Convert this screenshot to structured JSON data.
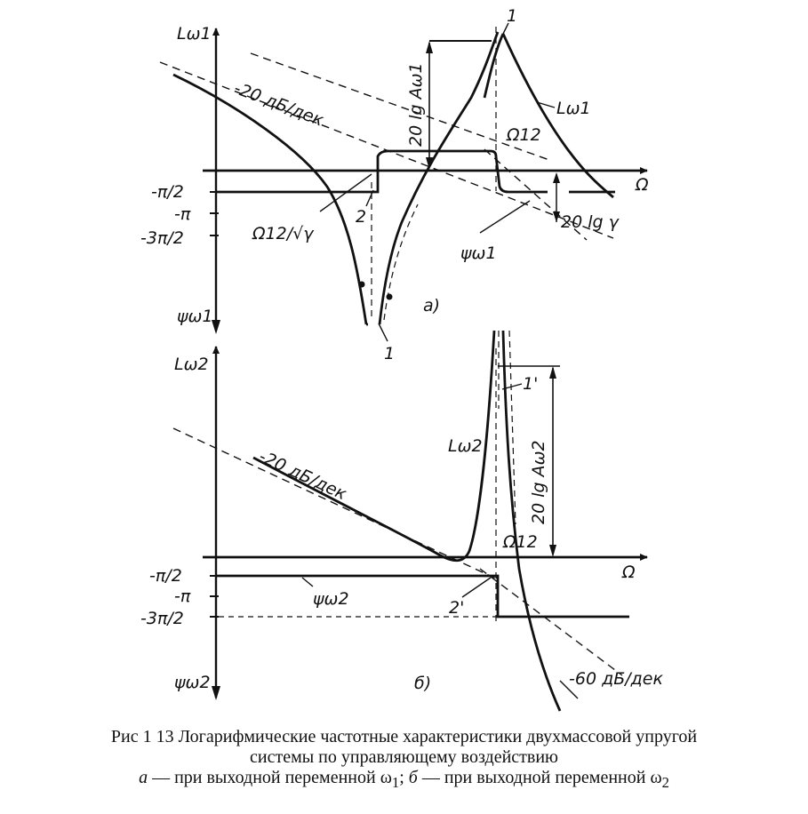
{
  "panel_a": {
    "y_top_label": "Lω1",
    "y_bottom_label": "ψω1",
    "x_label": "Ω",
    "slope_label": "-20 дБ/дек",
    "amplitude_label": "20 lg Aω1",
    "curve_label": "Lω1",
    "phase_label": "ψω1",
    "omega_label": "Ω12",
    "omega_sqrt_label": "Ω12/√γ",
    "gamma_label": "20 lg γ",
    "tick_pi2": "-π/2",
    "tick_pi": "-π",
    "tick_3pi2": "-3π/2",
    "marker_1_top": "1",
    "marker_1_bottom": "1",
    "marker_2": "2",
    "panel_letter": "а)"
  },
  "panel_b": {
    "y_top_label": "Lω2",
    "y_bottom_label": "ψω2",
    "x_label": "Ω",
    "slope_label": "-20 дБ/дек",
    "slope60_label": "-60 дБ/дек",
    "amplitude_label": "20 lg Aω2",
    "curve_label": "Lω2",
    "phase_label": "ψω2",
    "omega_label": "Ω12",
    "tick_pi2": "-π/2",
    "tick_pi": "-π",
    "tick_3pi2": "-3π/2",
    "marker_1p": "1'",
    "marker_2p": "2'",
    "panel_letter": "б)"
  },
  "caption": {
    "line1": "Рис 1 13 Логарифмические частотные характеристики двухмассовой упругой",
    "line2": "системы по управляющему воздействию",
    "line3_a": "а",
    "line3_text1": " — при выходной переменной ω",
    "line3_sub1": "1",
    "line3_sep": "; ",
    "line3_b": "б",
    "line3_text2": " — при выходной переменной ω",
    "line3_sub2": "2"
  }
}
